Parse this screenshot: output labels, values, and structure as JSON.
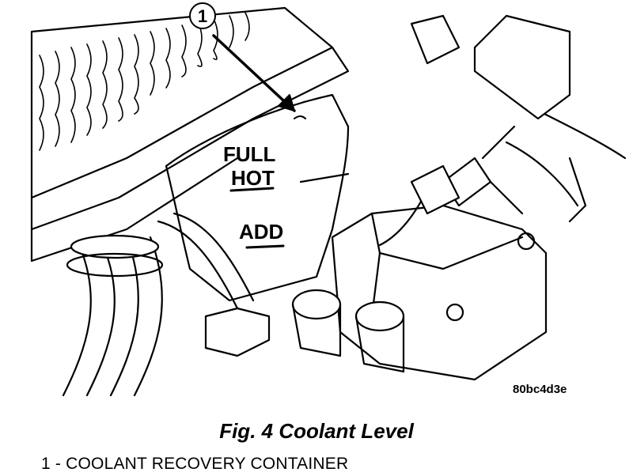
{
  "figure": {
    "callout_number": "1",
    "label_full": "FULL",
    "label_hot": "HOT",
    "label_add": "ADD",
    "image_code": "80bc4d3e"
  },
  "caption": "Fig. 4 Coolant Level",
  "legend": [
    {
      "text": "1 - COOLANT RECOVERY CONTAINER"
    }
  ]
}
